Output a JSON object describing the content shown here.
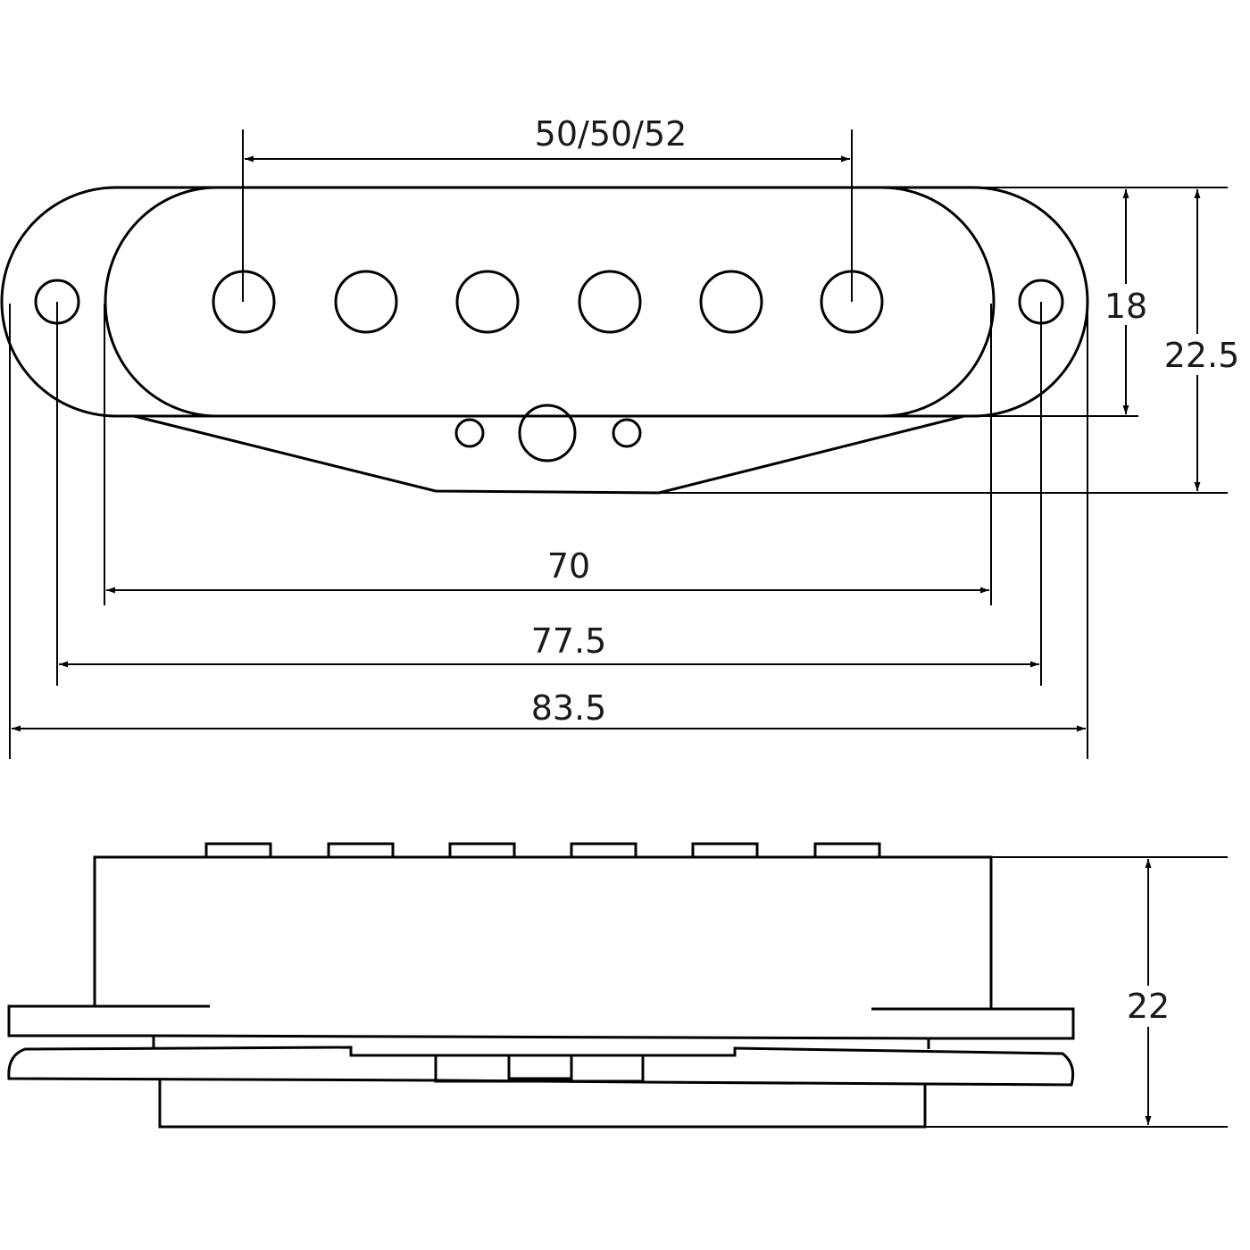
{
  "drawing": {
    "top_view": {
      "pole_pieces": 6,
      "mounting_holes": 2,
      "wire_holes": 3
    },
    "side_view": {
      "pole_pieces": 6
    },
    "dimensions": {
      "pole_spacing": "50/50/52",
      "cover_height": "18",
      "overall_height": "22.5",
      "cover_length": "70",
      "hole_spacing": "77.5",
      "overall_length": "83.5",
      "side_height": "22"
    },
    "colors": {
      "line": "#000000",
      "background": "#ffffff"
    }
  }
}
